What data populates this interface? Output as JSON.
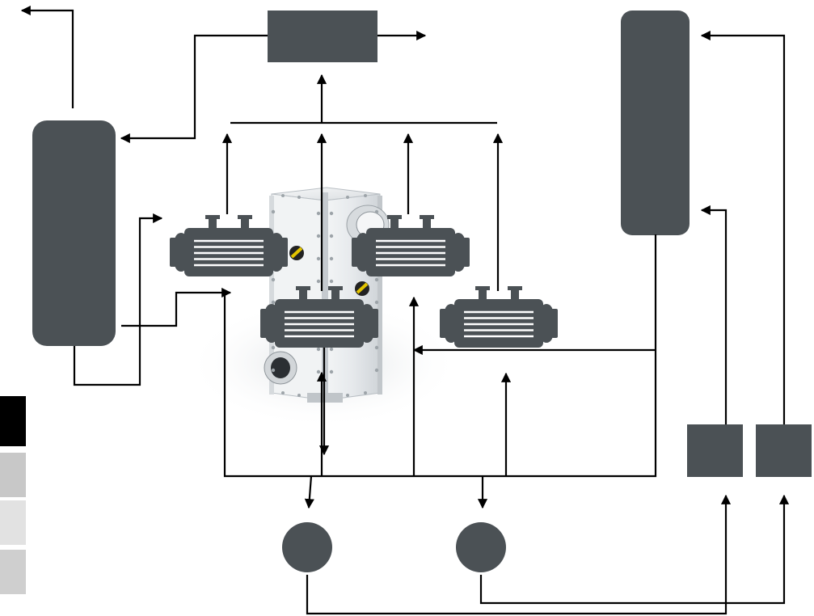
{
  "colors": {
    "equipment": "#4b5155",
    "line": "#000000",
    "hx_body_light": "#eceff1",
    "hx_body_mid": "#d3d8dc",
    "hx_shadow": "#dfe2e5",
    "swatches": [
      "#000000",
      "#c8c8c8",
      "#e2e2e2",
      "#cfcfcf"
    ]
  },
  "icons": {
    "shell_tube_exchanger": "shell-and-tube-heat-exchanger-icon",
    "plate_exchanger": "welded-plate-heat-exchanger-icon",
    "pump": "pump-icon",
    "column": "column-vessel-icon",
    "drum": "drum-vessel-icon"
  },
  "equipment": {
    "left_column": "distillation-column",
    "right_column": "stripper-column",
    "top_drum": "overhead-drum",
    "central_unit": "welded-plate-heat-exchanger",
    "exchangers": [
      "exchanger-1",
      "exchanger-2",
      "exchanger-3",
      "exchanger-4"
    ],
    "pumps": [
      "pump-1",
      "pump-2"
    ],
    "boxes": [
      "unit-box-1",
      "unit-box-2"
    ]
  },
  "legend": {
    "swatches": [
      "swatch-black",
      "swatch-gray-1",
      "swatch-gray-2",
      "swatch-gray-3"
    ]
  }
}
